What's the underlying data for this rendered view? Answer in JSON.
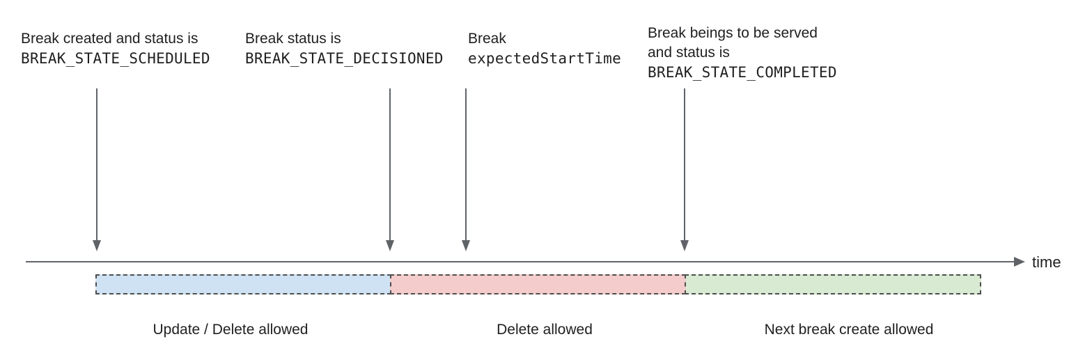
{
  "diagram": {
    "annotations": [
      {
        "line1": "Break created and status is",
        "code": "BREAK_STATE_SCHEDULED"
      },
      {
        "line1": "Break status is",
        "code": "BREAK_STATE_DECISIONED"
      },
      {
        "line1": "Break",
        "code": "expectedStartTime"
      },
      {
        "line1": "Break beings to be served",
        "line2": "and status is",
        "code": "BREAK_STATE_COMPLETED"
      }
    ],
    "timeline": {
      "axis_label": "time",
      "line_color": "#5f6368"
    },
    "segments": [
      {
        "label": "Update / Delete allowed",
        "color": "#cfe2f3"
      },
      {
        "label": "Delete allowed",
        "color": "#f4cccc"
      },
      {
        "label": "Next break create allowed",
        "color": "#d9ead3"
      }
    ],
    "text_color": "#1f1f1f",
    "dash_border_color": "#4d4d4d"
  }
}
